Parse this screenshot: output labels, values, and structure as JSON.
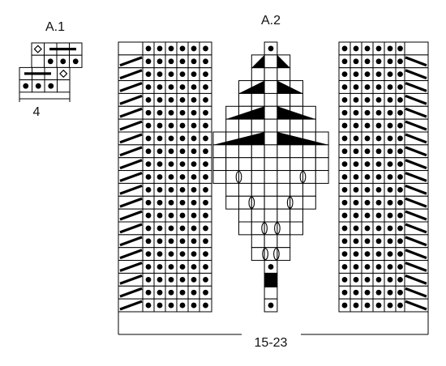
{
  "charts": {
    "a1": {
      "title": "A.1",
      "width_label": "4"
    },
    "a2": {
      "title": "A.2",
      "width_label": "15-23"
    }
  },
  "colors": {
    "line": "#000000",
    "cell_fill": "#ffffff",
    "symbol": "#000000"
  },
  "symbols": [
    "dot-stitch",
    "slash-stitch",
    "diamond-stitch",
    "bar-stitch",
    "triangle-left-stitch",
    "triangle-right-stitch",
    "oval-stitch",
    "solid-square-stitch"
  ]
}
